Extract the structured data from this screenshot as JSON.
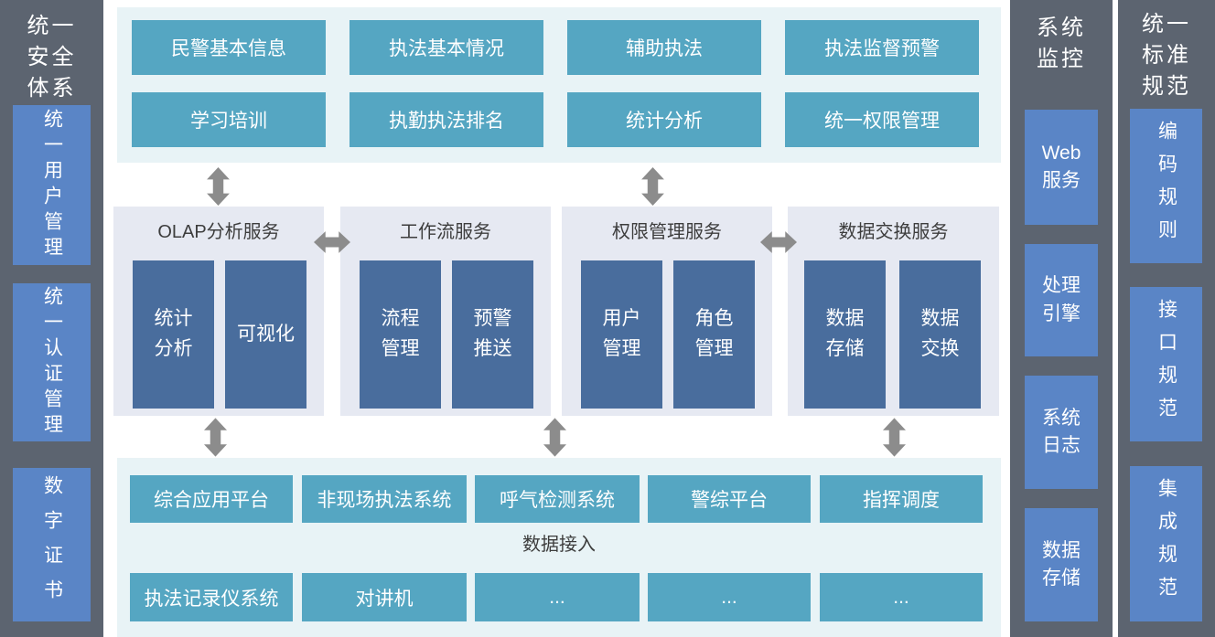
{
  "colors": {
    "sidebar_gray": "#5c6470",
    "sidebar_blue": "#5a85c6",
    "teal": "#55a6c2",
    "light_cyan_panel": "#e8f3f6",
    "lavender_panel": "#e6e9f2",
    "navy_box": "#496d9d",
    "arrow_gray": "#8c8c8c",
    "dark_text": "#3d3d3d"
  },
  "left_sidebar": {
    "title": "统一\n安全\n体系",
    "items": [
      "统一用户管理",
      "统一认证管理",
      "数字证书"
    ]
  },
  "top_panel": {
    "boxes": [
      "民警基本信息",
      "执法基本情况",
      "辅助执法",
      "执法监督预警",
      "学习培训",
      "执勤执法排名",
      "统计分析",
      "统一权限管理"
    ]
  },
  "middle_panels": [
    {
      "title": "OLAP分析服务",
      "boxes": [
        "统计\n分析",
        "可视化"
      ]
    },
    {
      "title": "工作流服务",
      "boxes": [
        "流程\n管理",
        "预警\n推送"
      ]
    },
    {
      "title": "权限管理服务",
      "boxes": [
        "用户\n管理",
        "角色\n管理"
      ]
    },
    {
      "title": "数据交换服务",
      "boxes": [
        "数据\n存储",
        "数据\n交换"
      ]
    }
  ],
  "bottom_panel": {
    "row1": [
      "综合应用平台",
      "非现场执法系统",
      "呼气检测系统",
      "警综平台",
      "指挥调度"
    ],
    "label": "数据接入",
    "row2": [
      "执法记录仪系统",
      "对讲机",
      "...",
      "...",
      "..."
    ]
  },
  "monitor_column": {
    "title": "系统\n监控",
    "items": [
      "Web\n服务",
      "处理\n引擎",
      "系统\n日志",
      "数据\n存储"
    ]
  },
  "standard_column": {
    "title": "统一\n标准\n规范",
    "items": [
      "编码规则",
      "接口规范",
      "集成规范"
    ]
  }
}
